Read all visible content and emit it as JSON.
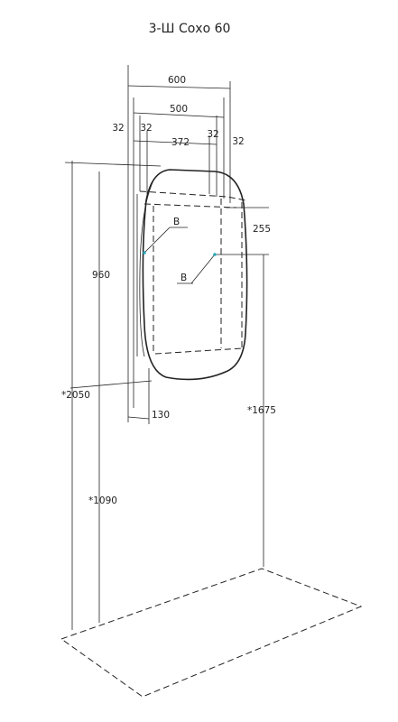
{
  "title": "3-Ш Сохо 60",
  "dimensions": {
    "width_total": "600",
    "width_inner": "500",
    "width_door": "372",
    "offset_left_outer": "32",
    "offset_left_inner": "32",
    "offset_right_inner": "32",
    "offset_right_outer": "32",
    "height_cabinet": "960",
    "height_top_offset": "255",
    "height_top_from_floor": "*2050",
    "height_bottom_from_floor": "*1090",
    "height_mount_from_floor": "*1675",
    "depth": "130"
  },
  "callouts": {
    "left": "B",
    "right": "B"
  },
  "colors": {
    "line": "#222222",
    "marker": "#2aa7b8"
  }
}
